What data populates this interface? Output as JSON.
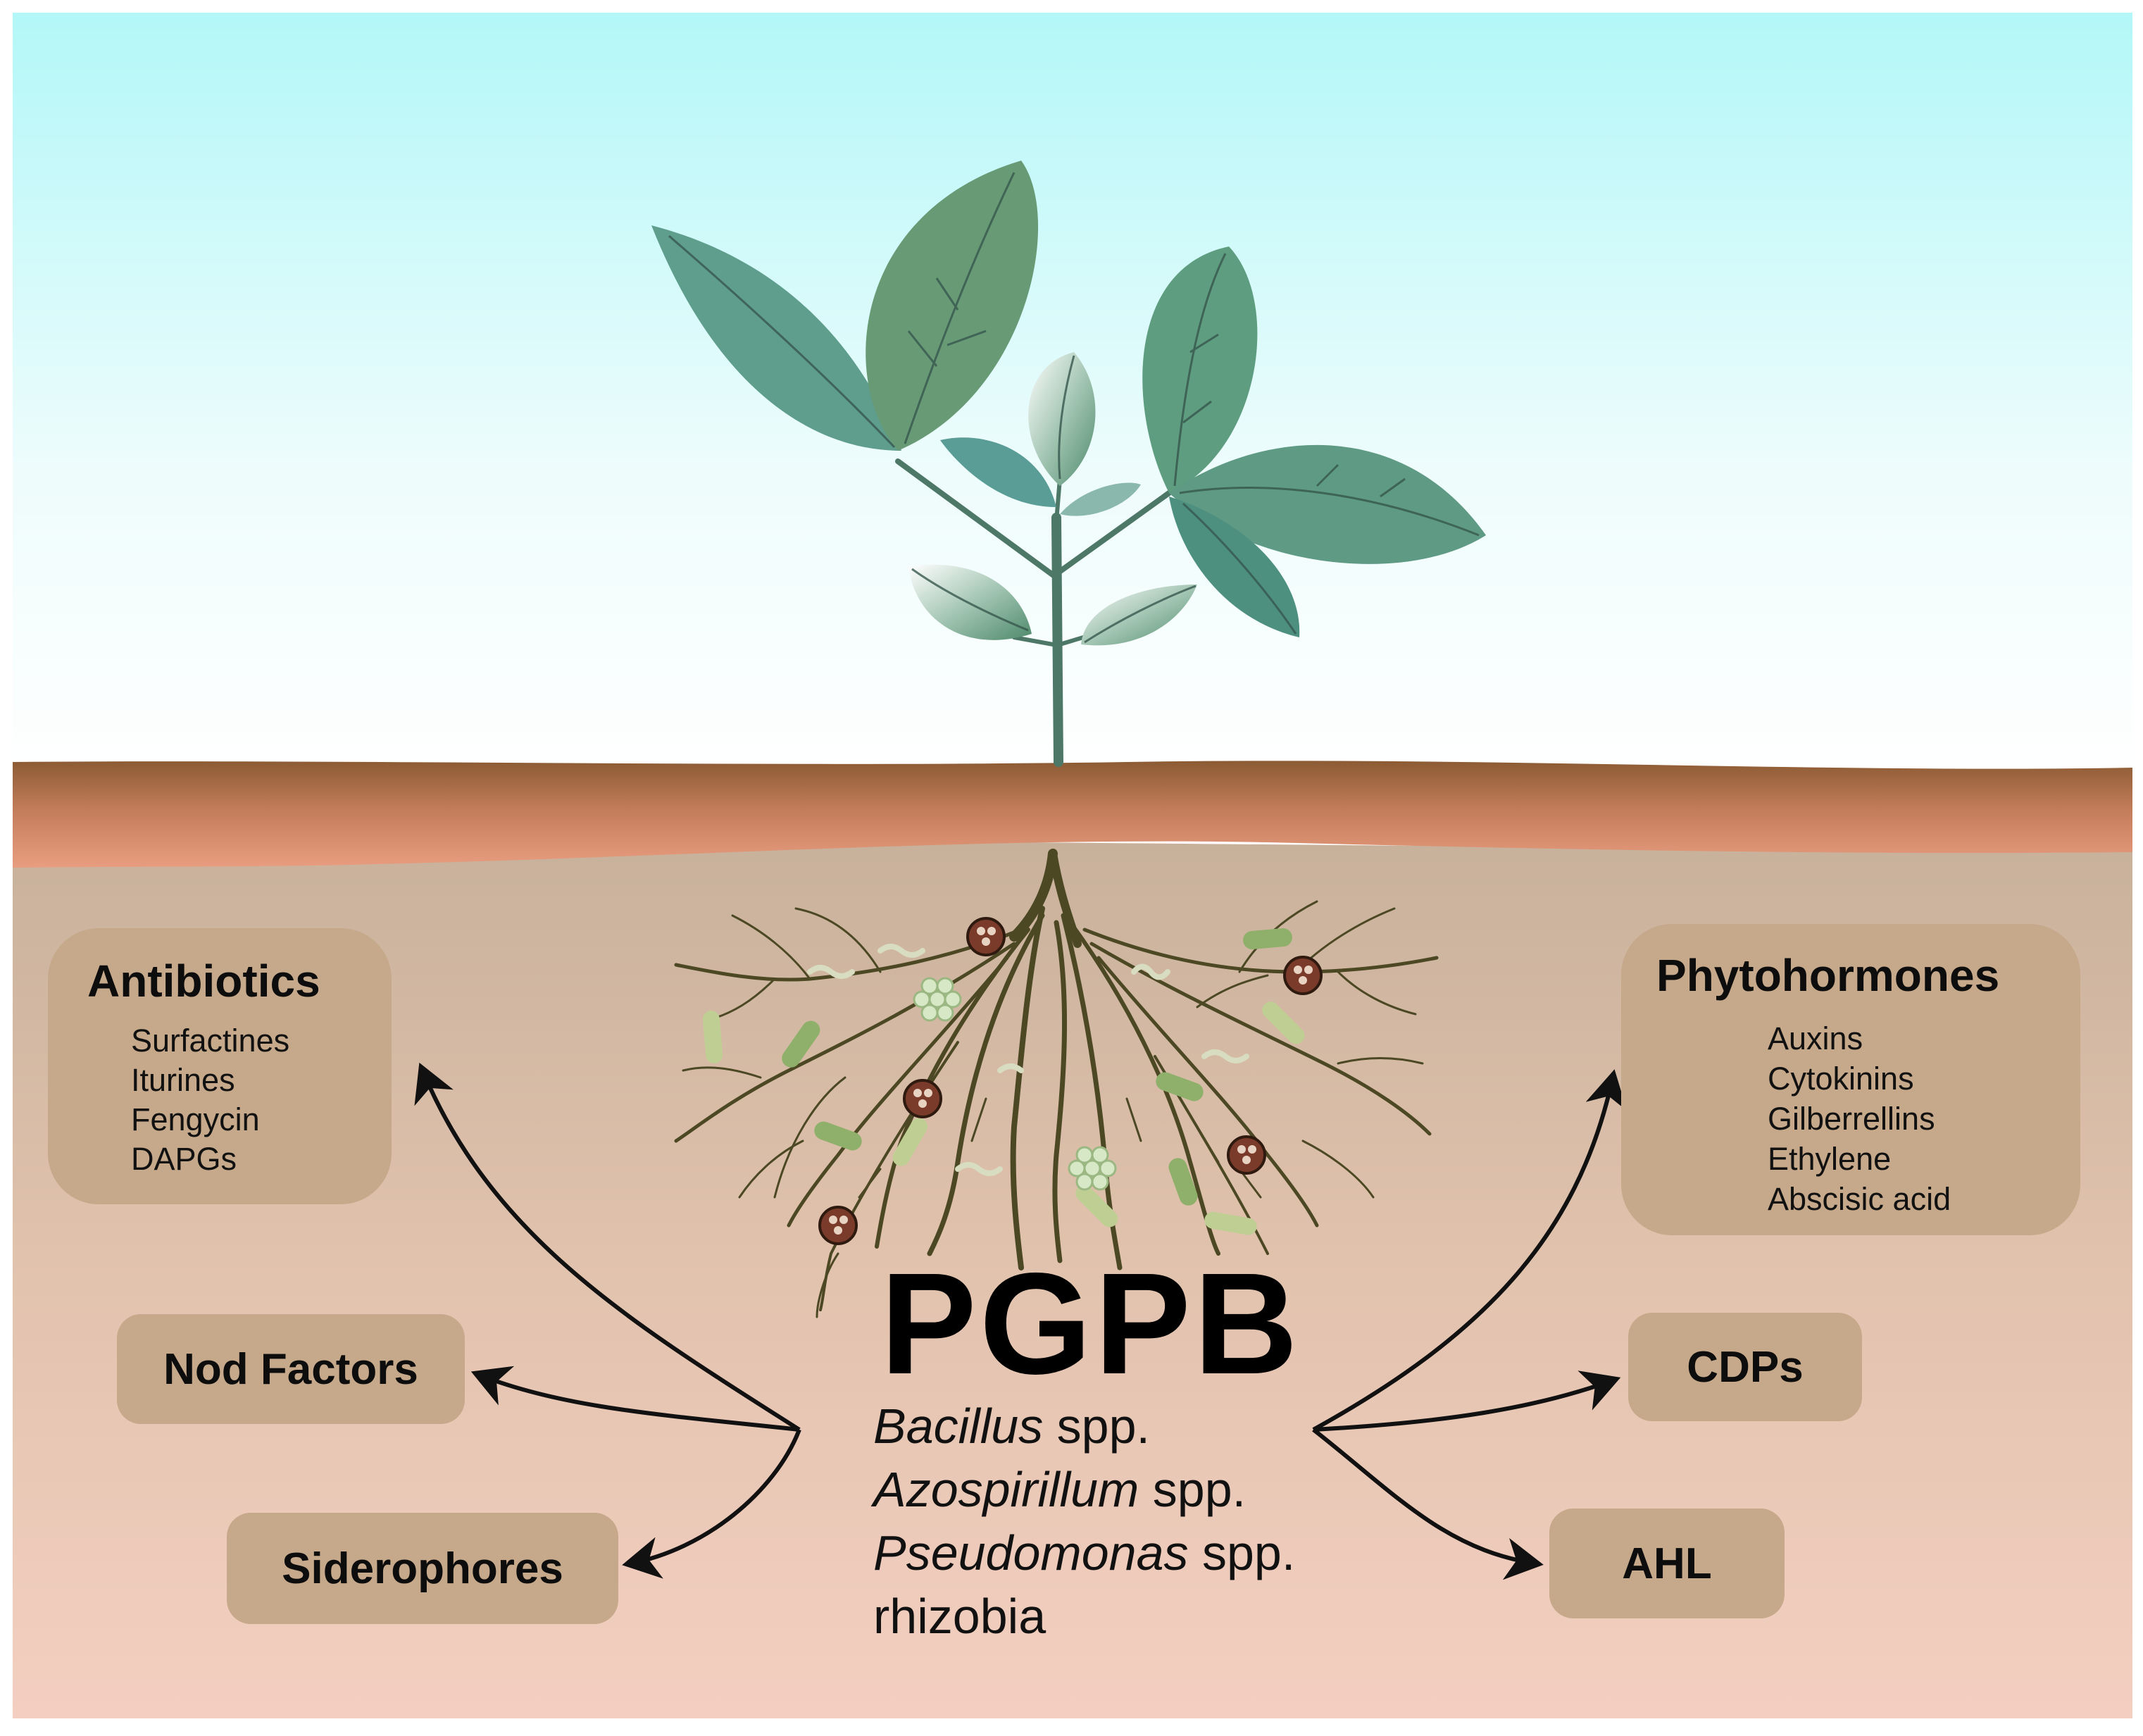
{
  "title": "PGPB",
  "species": [
    {
      "genus": "Bacillus",
      "suffix": " spp."
    },
    {
      "genus": "Azospirillum",
      "suffix": " spp."
    },
    {
      "genus": "Pseudomonas",
      "suffix": " spp."
    },
    {
      "genus": "",
      "suffix": "rhizobia"
    }
  ],
  "boxes": {
    "antibiotics": {
      "title": "Antibiotics",
      "items": [
        "Surfactines",
        "Iturines",
        "Fengycin",
        "DAPGs"
      ]
    },
    "phytohormones": {
      "title": "Phytohormones",
      "items": [
        "Auxins",
        "Cytokinins",
        "Gilberrellins",
        "Ethylene",
        "Abscisic acid"
      ]
    },
    "nod_factors": {
      "title": "Nod Factors"
    },
    "siderophores": {
      "title": "Siderophores"
    },
    "cdps": {
      "title": "CDPs"
    },
    "ahl": {
      "title": "AHL"
    }
  },
  "colors": {
    "sky_top": "#b6f8f8",
    "sky_bottom": "#ffffff",
    "soil_band_top": "#8a5a32",
    "soil_band_bottom": "#e59a7c",
    "soil_top": "#c9b29d",
    "soil_bottom": "#f3cdbf",
    "box_fill": "#c6a98a",
    "leaf_green": "#5f9a86",
    "root_brown": "#4a4722",
    "arrow": "#111111"
  }
}
